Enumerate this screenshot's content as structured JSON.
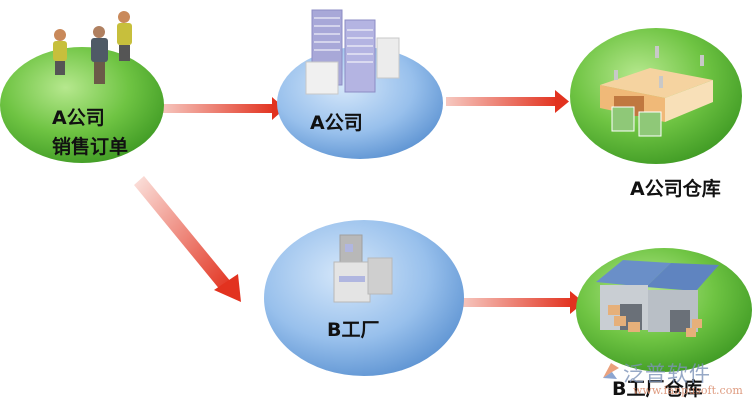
{
  "nodes": {
    "sales_order": {
      "line1": "A公司",
      "line2": "销售订单",
      "color": "green",
      "icon": "people-meeting-icon"
    },
    "company_a": {
      "label": "A公司",
      "color": "blue",
      "icon": "office-buildings-icon"
    },
    "warehouse_a": {
      "label": "A公司仓库",
      "color": "green",
      "icon": "warehouse-icon"
    },
    "factory_b": {
      "label": "B工厂",
      "color": "blue",
      "icon": "factory-building-icon"
    },
    "warehouse_b": {
      "label": "B工厂仓库",
      "color": "green",
      "icon": "storage-shed-icon"
    }
  },
  "edges": [
    {
      "from": "sales_order",
      "to": "company_a"
    },
    {
      "from": "company_a",
      "to": "warehouse_a"
    },
    {
      "from": "sales_order",
      "to": "factory_b"
    },
    {
      "from": "factory_b",
      "to": "warehouse_b"
    }
  ],
  "colors": {
    "green": "#6cc24a",
    "blue": "#8db8e8",
    "arrow": "#e23b2a"
  },
  "watermark": {
    "brand": "泛普软件",
    "url": "www.fanpusoft.com"
  }
}
